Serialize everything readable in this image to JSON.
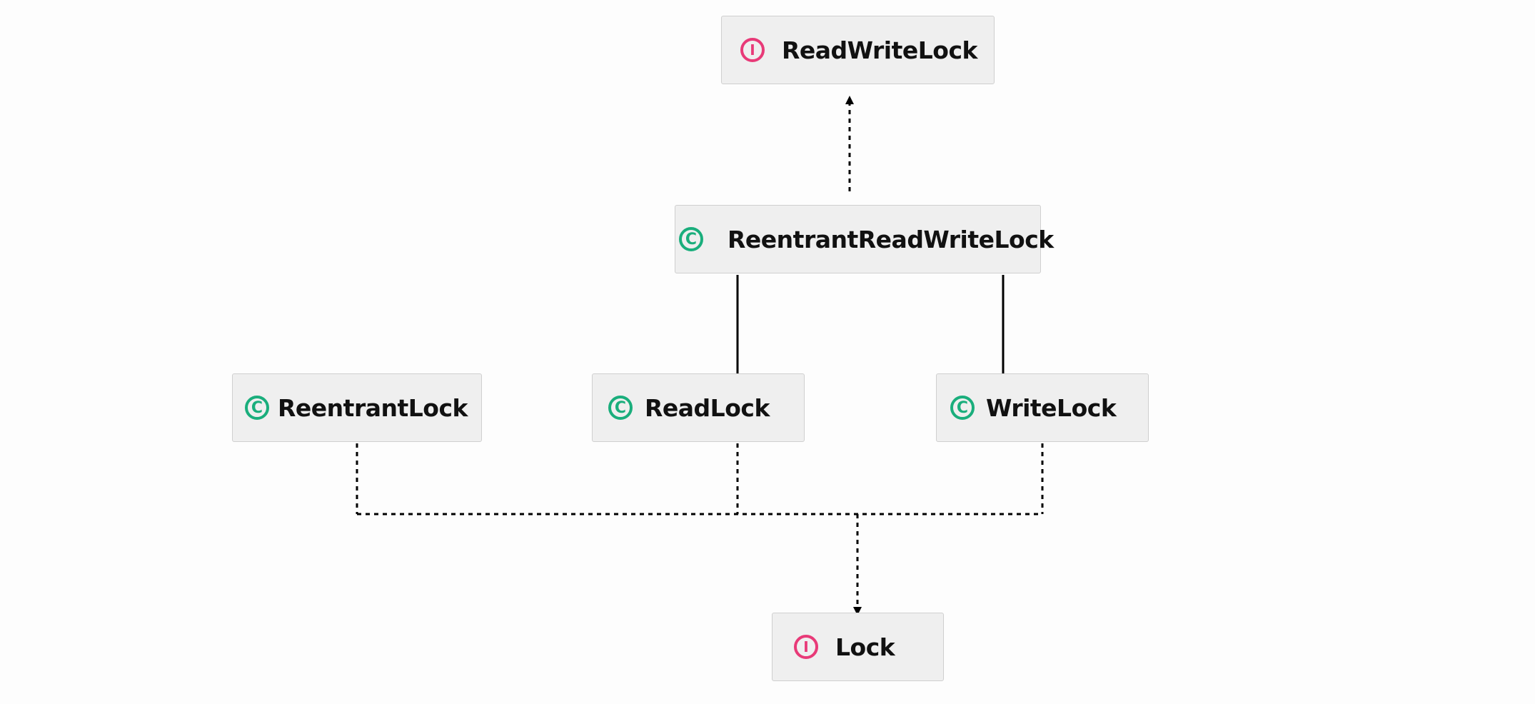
{
  "diagram": {
    "colors": {
      "background": "#fdfdfd",
      "node_fill": "#efefef",
      "node_border": "#cfcfcf",
      "interface_badge": "#e83a78",
      "class_badge": "#1aae7c",
      "edge": "#000000"
    },
    "nodes": {
      "readwritelock": {
        "name": "ReadWriteLock",
        "kind": "interface",
        "badge": "I"
      },
      "reentrantreadwritelock": {
        "name": "ReentrantReadWriteLock",
        "kind": "class",
        "badge": "C"
      },
      "reentrantlock": {
        "name": "ReentrantLock",
        "kind": "class",
        "badge": "C"
      },
      "readlock": {
        "name": "ReadLock",
        "kind": "class",
        "badge": "C"
      },
      "writelock": {
        "name": "WriteLock",
        "kind": "class",
        "badge": "C"
      },
      "lock": {
        "name": "Lock",
        "kind": "interface",
        "badge": "I"
      }
    },
    "edges": [
      {
        "from": "ReentrantReadWriteLock",
        "to": "ReadWriteLock",
        "type": "implements"
      },
      {
        "from": "ReentrantReadWriteLock",
        "to": "ReadLock",
        "type": "inner-class"
      },
      {
        "from": "ReentrantReadWriteLock",
        "to": "WriteLock",
        "type": "inner-class"
      },
      {
        "from": "ReentrantLock",
        "to": "Lock",
        "type": "implements"
      },
      {
        "from": "ReadLock",
        "to": "Lock",
        "type": "implements"
      },
      {
        "from": "WriteLock",
        "to": "Lock",
        "type": "implements"
      }
    ]
  }
}
